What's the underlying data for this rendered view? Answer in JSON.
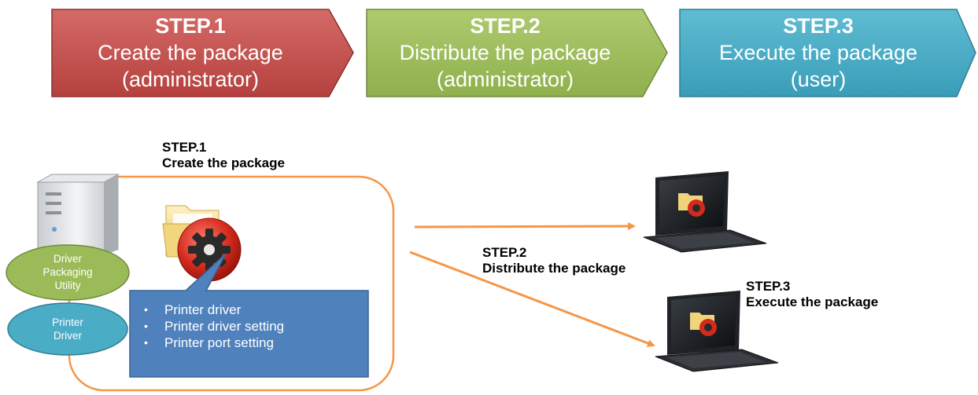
{
  "colors": {
    "step1": "#C0504D",
    "step2": "#9BBB59",
    "step3": "#4BACC6",
    "orange": "#F79646",
    "callout": "#4F81BD",
    "ellipse_green": "#9BBB59",
    "ellipse_teal": "#4BACC6"
  },
  "steps": [
    {
      "num": "STEP.1",
      "line1": "Create the package",
      "line2": "(administrator)"
    },
    {
      "num": "STEP.2",
      "line1": "Distribute the package",
      "line2": "(administrator)"
    },
    {
      "num": "STEP.3",
      "line1": "Execute the package",
      "line2": "(user)"
    }
  ],
  "diagram": {
    "step1_label": {
      "num": "STEP.1",
      "text": "Create the package"
    },
    "step2_label": {
      "num": "STEP.2",
      "text": "Distribute the package"
    },
    "step3_label": {
      "num": "STEP.3",
      "text": "Execute the package"
    },
    "ellipse_dpu": [
      "Driver",
      "Packaging",
      "Utility"
    ],
    "ellipse_pd": [
      "Printer",
      "Driver"
    ],
    "callout_items": [
      "Printer driver",
      "Printer driver setting",
      "Printer port setting"
    ],
    "icons": [
      "server-icon",
      "folder-icon",
      "gear-icon",
      "laptop-icon",
      "laptop-icon"
    ]
  }
}
